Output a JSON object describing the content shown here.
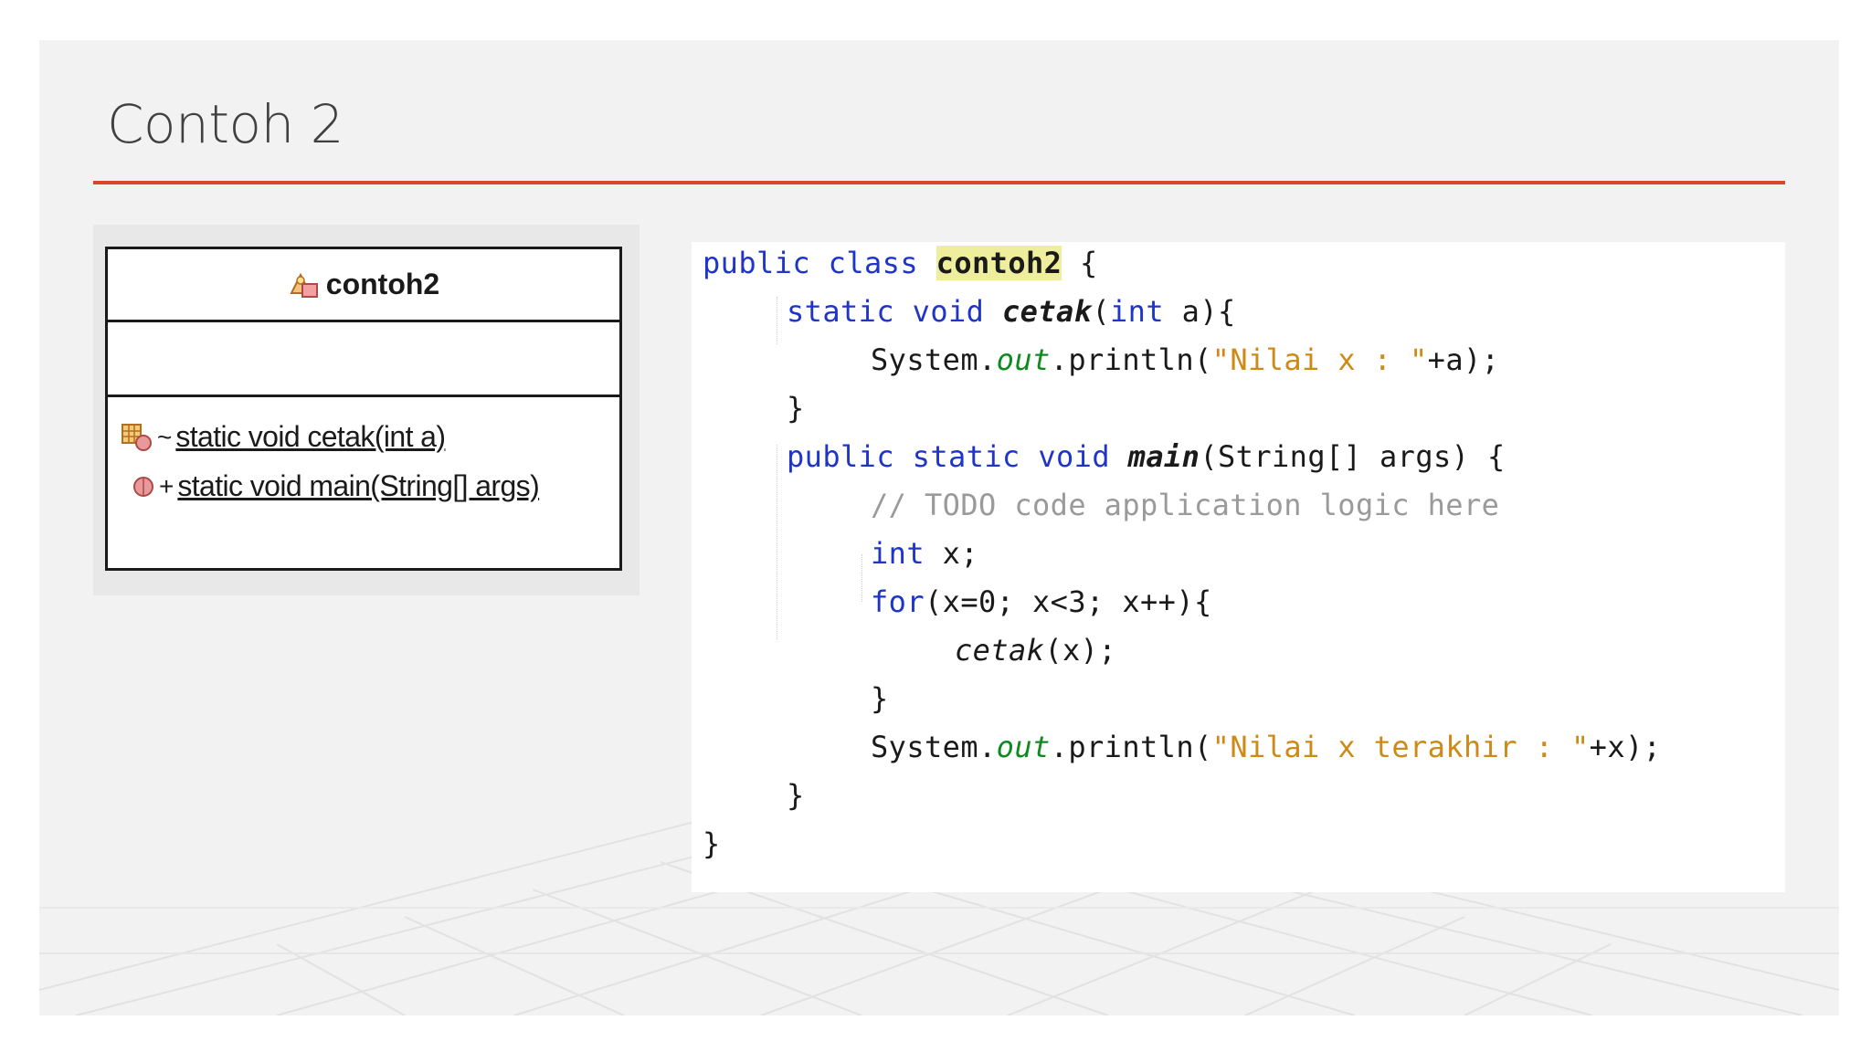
{
  "slide": {
    "title": "Contoh 2",
    "accent_color": "#d9472b"
  },
  "uml": {
    "class_name": "contoh2",
    "class_icon": "class-icon",
    "methods": [
      {
        "visibility": "~",
        "signature": "static void cetak(int a)",
        "icon": "package-method-icon"
      },
      {
        "visibility": "+",
        "signature": "static void main(String[] args)",
        "icon": "public-method-icon"
      }
    ]
  },
  "code": {
    "l1": {
      "kw1": "public class",
      "cls": "contoh2",
      "rest": "{"
    },
    "l2": {
      "kw1": "static void",
      "name": "cetak",
      "p1": "(",
      "kw2": "int",
      "p2": " a){"
    },
    "l3": {
      "a": "System.",
      "field": "out",
      "b": ".println(",
      "str": "\"Nilai x : \"",
      "c": "+a);"
    },
    "l4": {
      "text": "}"
    },
    "l5": {
      "kw1": "public static void",
      "name": "main",
      "rest": "(String[] args) {"
    },
    "l6": {
      "comment": "// TODO code application logic here"
    },
    "l7": {
      "kw": "int",
      "rest": " x;"
    },
    "l8": {
      "kw": "for",
      "rest": "(x=0; x<3; x++){"
    },
    "l9": {
      "name": "cetak",
      "rest": "(x);"
    },
    "l10": {
      "text": "}"
    },
    "l11": {
      "a": "System.",
      "field": "out",
      "b": ".println(",
      "str": "\"Nilai x terakhir : \"",
      "c": "+x);"
    },
    "l12": {
      "text": "}"
    },
    "l13": {
      "text": "}"
    }
  }
}
